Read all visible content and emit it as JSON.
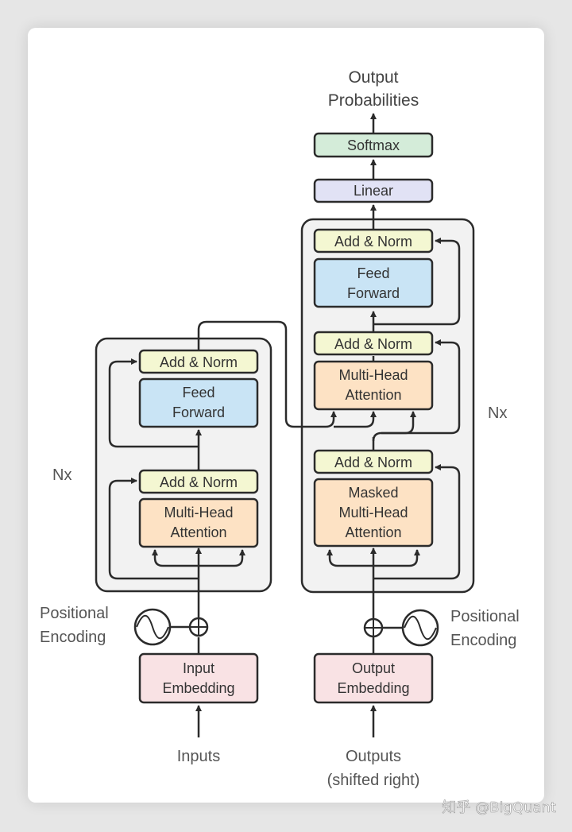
{
  "output_probabilities": [
    "Output",
    "Probabilities"
  ],
  "softmax": "Softmax",
  "linear": "Linear",
  "encoder": {
    "nx_label": "Nx",
    "add_norm_top": "Add & Norm",
    "feed_forward": [
      "Feed",
      "Forward"
    ],
    "add_norm_bottom": "Add & Norm",
    "multi_head_attention": [
      "Multi-Head",
      "Attention"
    ],
    "input_embedding": [
      "Input",
      "Embedding"
    ],
    "positional_encoding": [
      "Positional",
      "Encoding"
    ],
    "inputs_label": "Inputs"
  },
  "decoder": {
    "nx_label": "Nx",
    "add_norm_top": "Add & Norm",
    "feed_forward": [
      "Feed",
      "Forward"
    ],
    "add_norm_middle": "Add & Norm",
    "multi_head_attention": [
      "Multi-Head",
      "Attention"
    ],
    "add_norm_bottom": "Add & Norm",
    "masked_attention": [
      "Masked",
      "Multi-Head",
      "Attention"
    ],
    "output_embedding": [
      "Output",
      "Embedding"
    ],
    "positional_encoding": [
      "Positional",
      "Encoding"
    ],
    "outputs_label": [
      "Outputs",
      "(shifted right)"
    ]
  },
  "watermark": "知乎 @BigQuant",
  "colors": {
    "add_norm": "#f4f7d2",
    "feed_forward": "#c9e4f5",
    "attention": "#fde2c4",
    "embedding": "#f9e2e4",
    "softmax": "#d4ecd9",
    "linear": "#e1e2f5",
    "stack_bg": "#f2f2f2",
    "stroke": "#2b2b2b"
  }
}
